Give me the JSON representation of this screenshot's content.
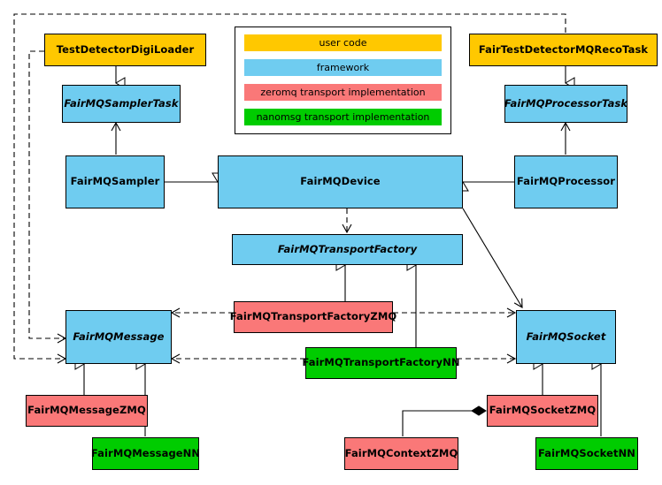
{
  "diagram": {
    "title": "FairMQ class hierarchy diagram",
    "type": "uml-class-diagram",
    "palette": {
      "user_code": "#FFC800",
      "framework": "#6FCCF0",
      "zeromq_transport": "#FA7878",
      "nanomsg_transport": "#00CC00",
      "stroke": "#000000",
      "background": "#FFFFFF"
    }
  },
  "legend": {
    "name": "legend",
    "items": [
      {
        "label": "user code",
        "color_key": "user_code"
      },
      {
        "label": "framework",
        "color_key": "framework"
      },
      {
        "label": "zeromq transport implementation",
        "color_key": "zeromq_transport"
      },
      {
        "label": "nanomsg transport implementation",
        "color_key": "nanomsg_transport"
      }
    ]
  },
  "nodes": [
    {
      "id": "TestDetectorDigiLoader",
      "label": "TestDetectorDigiLoader",
      "category": "user code",
      "abstract": false
    },
    {
      "id": "FairMQSamplerTask",
      "label": "FairMQSamplerTask",
      "category": "framework",
      "abstract": true
    },
    {
      "id": "FairMQSampler",
      "label": "FairMQSampler",
      "category": "framework",
      "abstract": false
    },
    {
      "id": "FairMQDevice",
      "label": "FairMQDevice",
      "category": "framework",
      "abstract": false
    },
    {
      "id": "FairTestDetectorMQRecoTask",
      "label": "FairTestDetectorMQRecoTask",
      "category": "user code",
      "abstract": false
    },
    {
      "id": "FairMQProcessorTask",
      "label": "FairMQProcessorTask",
      "category": "framework",
      "abstract": true
    },
    {
      "id": "FairMQProcessor",
      "label": "FairMQProcessor",
      "category": "framework",
      "abstract": false
    },
    {
      "id": "FairMQTransportFactory",
      "label": "FairMQTransportFactory",
      "category": "framework",
      "abstract": true
    },
    {
      "id": "FairMQTransportFactoryZMQ",
      "label": "FairMQTransportFactoryZMQ",
      "category": "zeromq transport implementation",
      "abstract": false
    },
    {
      "id": "FairMQTransportFactoryNN",
      "label": "FairMQTransportFactoryNN",
      "category": "nanomsg transport implementation",
      "abstract": false
    },
    {
      "id": "FairMQMessage",
      "label": "FairMQMessage",
      "category": "framework",
      "abstract": true
    },
    {
      "id": "FairMQSocket",
      "label": "FairMQSocket",
      "category": "framework",
      "abstract": true
    },
    {
      "id": "FairMQMessageZMQ",
      "label": "FairMQMessageZMQ",
      "category": "zeromq transport implementation",
      "abstract": false
    },
    {
      "id": "FairMQMessageNN",
      "label": "FairMQMessageNN",
      "category": "nanomsg transport implementation",
      "abstract": false
    },
    {
      "id": "FairMQSocketZMQ",
      "label": "FairMQSocketZMQ",
      "category": "zeromq transport implementation",
      "abstract": false
    },
    {
      "id": "FairMQSocketNN",
      "label": "FairMQSocketNN",
      "category": "nanomsg transport implementation",
      "abstract": false
    },
    {
      "id": "FairMQContextZMQ",
      "label": "FairMQContextZMQ",
      "category": "zeromq transport implementation",
      "abstract": false
    }
  ],
  "edges": [
    {
      "from": "TestDetectorDigiLoader",
      "to": "FairMQSamplerTask",
      "type": "generalization"
    },
    {
      "from": "FairMQSampler",
      "to": "FairMQSamplerTask",
      "type": "association"
    },
    {
      "from": "FairMQSampler",
      "to": "FairMQDevice",
      "type": "generalization"
    },
    {
      "from": "FairTestDetectorMQRecoTask",
      "to": "FairMQProcessorTask",
      "type": "generalization"
    },
    {
      "from": "FairMQProcessor",
      "to": "FairMQProcessorTask",
      "type": "association"
    },
    {
      "from": "FairMQProcessor",
      "to": "FairMQDevice",
      "type": "generalization"
    },
    {
      "from": "FairMQDevice",
      "to": "FairMQTransportFactory",
      "type": "dependency"
    },
    {
      "from": "FairMQDevice",
      "to": "FairMQSocket",
      "type": "association"
    },
    {
      "from": "FairMQTransportFactoryZMQ",
      "to": "FairMQTransportFactory",
      "type": "generalization"
    },
    {
      "from": "FairMQTransportFactoryNN",
      "to": "FairMQTransportFactory",
      "type": "generalization"
    },
    {
      "from": "FairMQTransportFactoryZMQ",
      "to": "FairMQMessage",
      "type": "dependency"
    },
    {
      "from": "FairMQTransportFactoryZMQ",
      "to": "FairMQSocket",
      "type": "dependency"
    },
    {
      "from": "FairMQTransportFactoryNN",
      "to": "FairMQMessage",
      "type": "dependency"
    },
    {
      "from": "FairMQTransportFactoryNN",
      "to": "FairMQSocket",
      "type": "dependency"
    },
    {
      "from": "TestDetectorDigiLoader",
      "to": "FairMQMessage",
      "type": "dependency"
    },
    {
      "from": "FairTestDetectorMQRecoTask",
      "to": "FairMQMessage",
      "type": "dependency"
    },
    {
      "from": "FairMQMessageZMQ",
      "to": "FairMQMessage",
      "type": "generalization"
    },
    {
      "from": "FairMQMessageNN",
      "to": "FairMQMessage",
      "type": "generalization"
    },
    {
      "from": "FairMQSocketZMQ",
      "to": "FairMQSocket",
      "type": "generalization"
    },
    {
      "from": "FairMQSocketNN",
      "to": "FairMQSocket",
      "type": "generalization"
    },
    {
      "from": "FairMQSocketZMQ",
      "to": "FairMQContextZMQ",
      "type": "composition"
    }
  ]
}
